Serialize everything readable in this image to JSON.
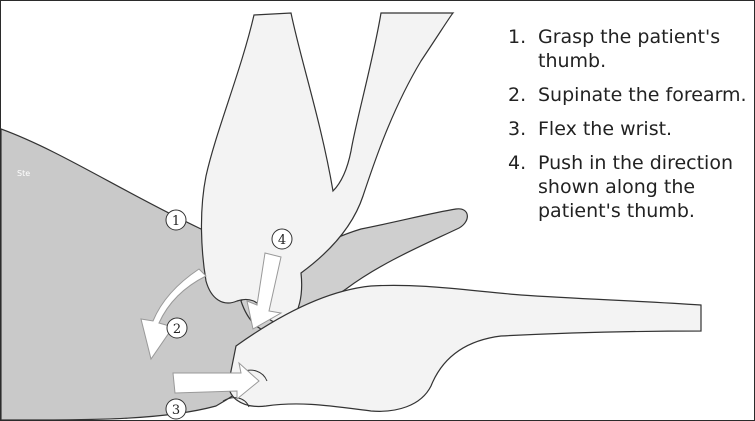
{
  "instructions": [
    {
      "number": "1.",
      "text": "Grasp the patient's thumb."
    },
    {
      "number": "2.",
      "text": "Supinate the forearm."
    },
    {
      "number": "3.",
      "text": "Flex the wrist."
    },
    {
      "number": "4.",
      "text": "Push in the direction shown along the patient's thumb."
    }
  ],
  "callouts": [
    "1",
    "2",
    "3",
    "4"
  ],
  "watermark": "Ste",
  "colors": {
    "skin_shade": "#c9c9c9",
    "skin_light": "#f2f2f2",
    "arrow_fill": "#ffffff",
    "line": "#333333"
  }
}
